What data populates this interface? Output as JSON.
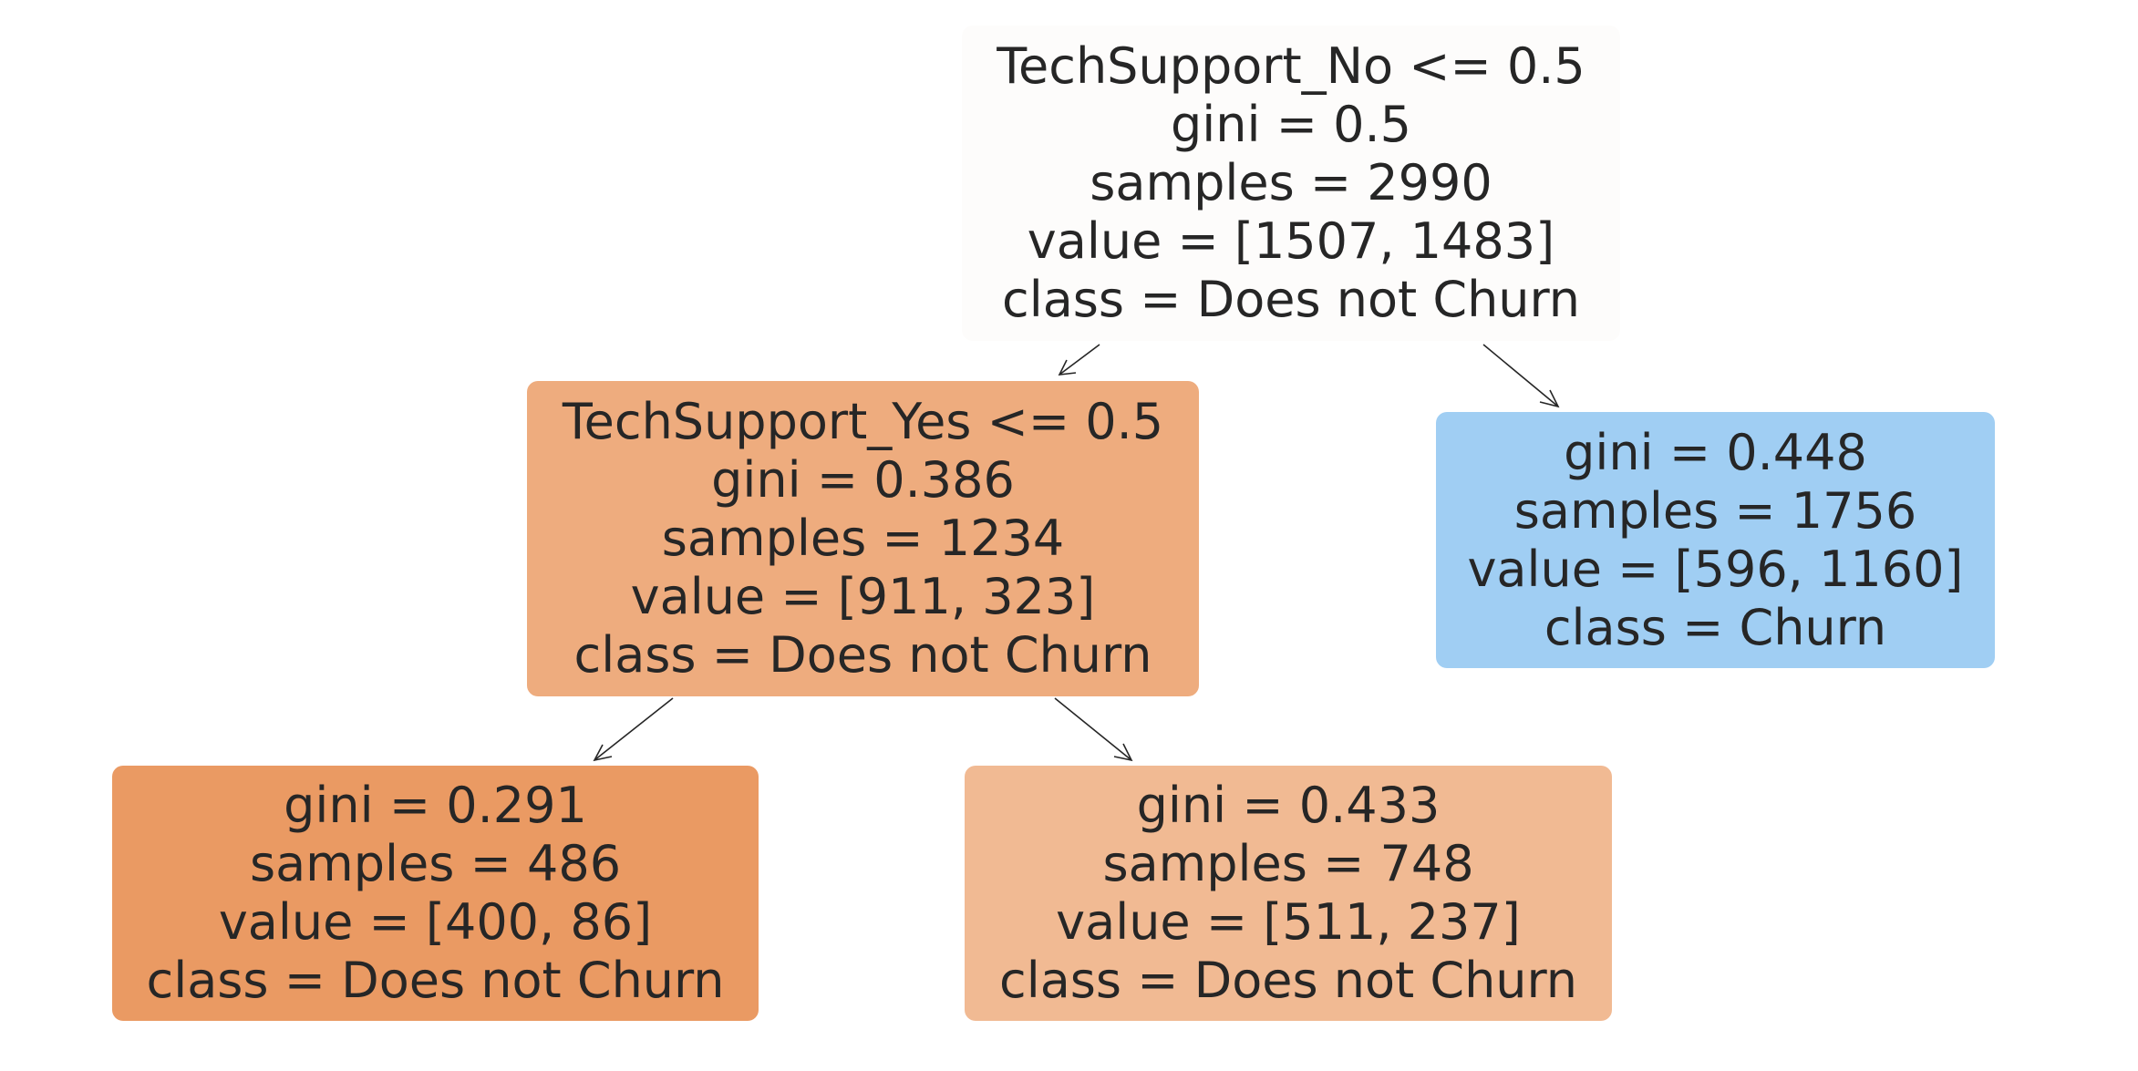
{
  "tree": {
    "root": {
      "split": "TechSupport_No <= 0.5",
      "gini": "gini = 0.5",
      "samples": "samples = 2990",
      "value": "value = [1507, 1483]",
      "class": "class = Does not Churn",
      "color": "#fdfcfb"
    },
    "left": {
      "split": "TechSupport_Yes <= 0.5",
      "gini": "gini = 0.386",
      "samples": "samples = 1234",
      "value": "value = [911, 323]",
      "class": "class = Does not Churn",
      "color": "#eeac7e"
    },
    "right": {
      "gini": "gini = 0.448",
      "samples": "samples = 1756",
      "value": "value = [596, 1160]",
      "class": "class = Churn",
      "color": "#a0cef3"
    },
    "left_left": {
      "gini": "gini = 0.291",
      "samples": "samples = 486",
      "value": "value = [400, 86]",
      "class": "class = Does not Churn",
      "color": "#ea9a63"
    },
    "left_right": {
      "gini": "gini = 0.433",
      "samples": "samples = 748",
      "value": "value = [511, 237]",
      "class": "class = Does not Churn",
      "color": "#f1ba93"
    }
  }
}
